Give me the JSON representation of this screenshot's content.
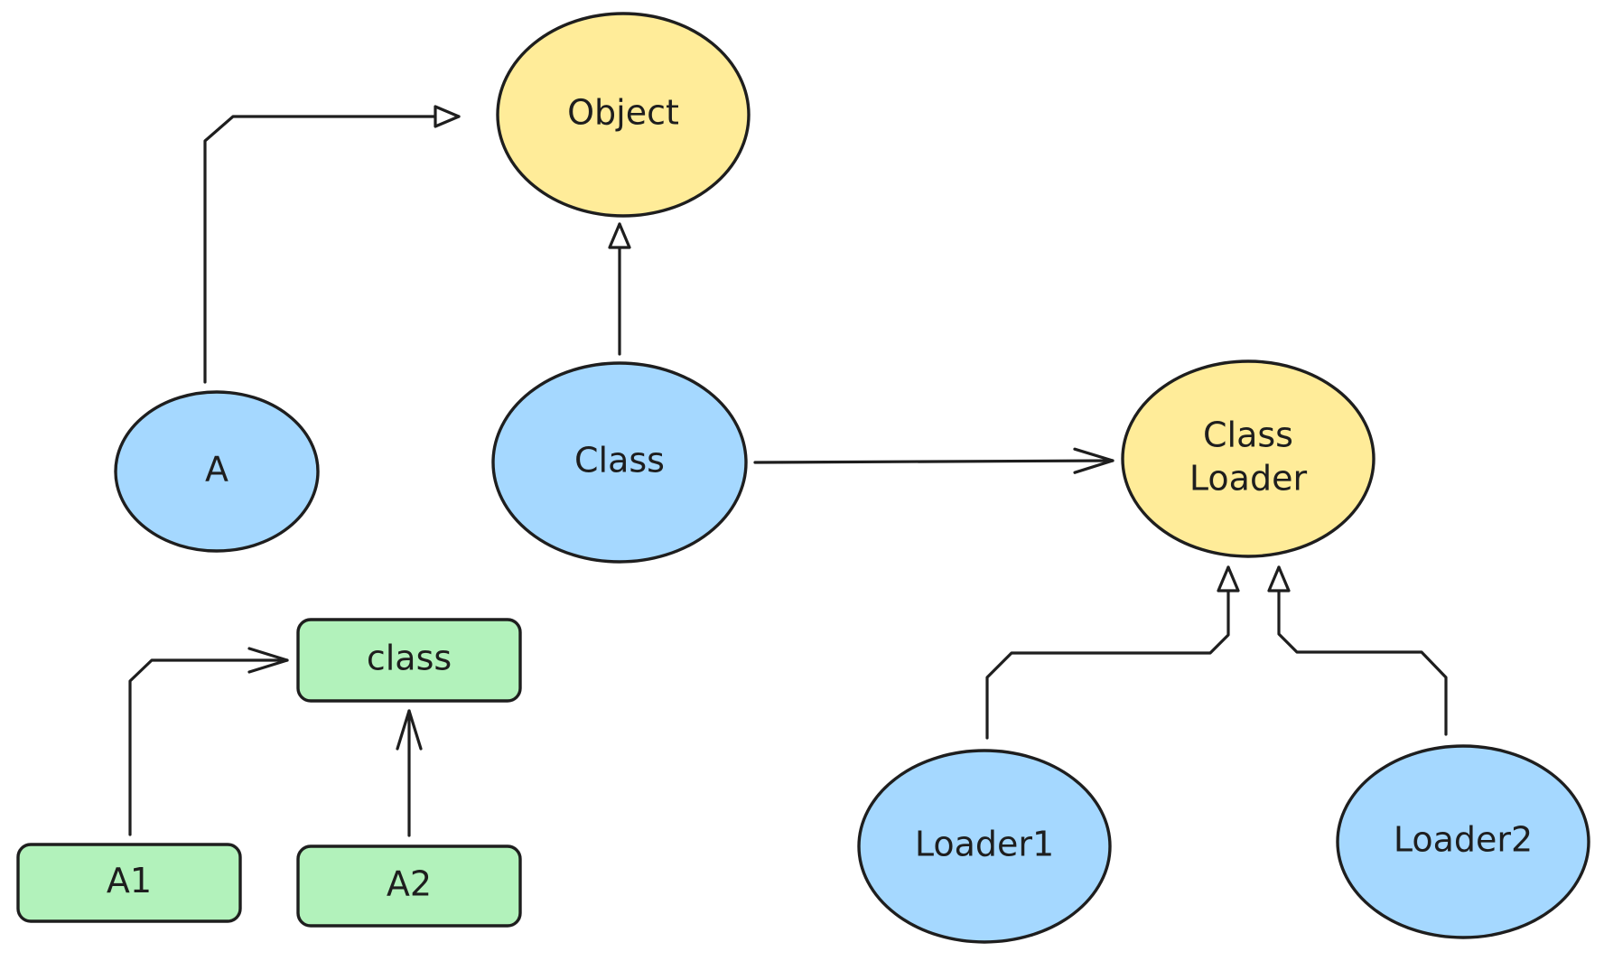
{
  "diagram": {
    "nodes": [
      {
        "id": "object",
        "shape": "ellipse",
        "fill": "#ffec99",
        "lines": [
          "Object"
        ]
      },
      {
        "id": "a",
        "shape": "ellipse",
        "fill": "#a5d8ff",
        "lines": [
          "A"
        ]
      },
      {
        "id": "class",
        "shape": "ellipse",
        "fill": "#a5d8ff",
        "lines": [
          "Class"
        ]
      },
      {
        "id": "class-loader",
        "shape": "ellipse",
        "fill": "#ffec99",
        "lines": [
          "Class",
          "Loader"
        ]
      },
      {
        "id": "class-box",
        "shape": "rect",
        "fill": "#b2f2bb",
        "lines": [
          "class"
        ]
      },
      {
        "id": "a1",
        "shape": "rect",
        "fill": "#b2f2bb",
        "lines": [
          "A1"
        ]
      },
      {
        "id": "a2",
        "shape": "rect",
        "fill": "#b2f2bb",
        "lines": [
          "A2"
        ]
      },
      {
        "id": "loader1",
        "shape": "ellipse",
        "fill": "#a5d8ff",
        "lines": [
          "Loader1"
        ]
      },
      {
        "id": "loader2",
        "shape": "ellipse",
        "fill": "#a5d8ff",
        "lines": [
          "Loader2"
        ]
      }
    ],
    "edges": [
      {
        "from": "a",
        "to": "object",
        "head": "triangle"
      },
      {
        "from": "class",
        "to": "object",
        "head": "triangle"
      },
      {
        "from": "class",
        "to": "class-loader",
        "head": "open"
      },
      {
        "from": "loader1",
        "to": "class-loader",
        "head": "triangle"
      },
      {
        "from": "loader2",
        "to": "class-loader",
        "head": "triangle"
      },
      {
        "from": "a1",
        "to": "class-box",
        "head": "open"
      },
      {
        "from": "a2",
        "to": "class-box",
        "head": "open"
      }
    ],
    "stroke_color": "#1e1e1e"
  }
}
